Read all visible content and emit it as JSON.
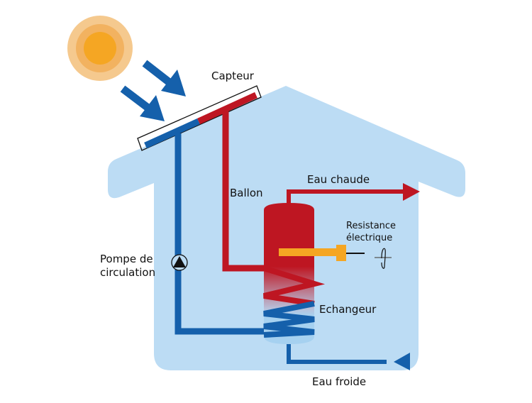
{
  "labels": {
    "collector": "Capteur",
    "tank": "Ballon",
    "hot_water": "Eau chaude",
    "resistance_line1": "Resistance",
    "resistance_line2": "électrique",
    "pump_line1": "Pompe de",
    "pump_line2": "circulation",
    "exchanger": "Echangeur",
    "cold_water": "Eau froide"
  },
  "colors": {
    "house": "#bcdcf4",
    "hot": "#be1622",
    "cold": "#1560ab",
    "sun_outer": "#f5c98e",
    "sun_mid": "#f2b260",
    "sun_inner": "#f5a623",
    "heater": "#f5a623",
    "tank_bottom": "#a6d1f0"
  }
}
